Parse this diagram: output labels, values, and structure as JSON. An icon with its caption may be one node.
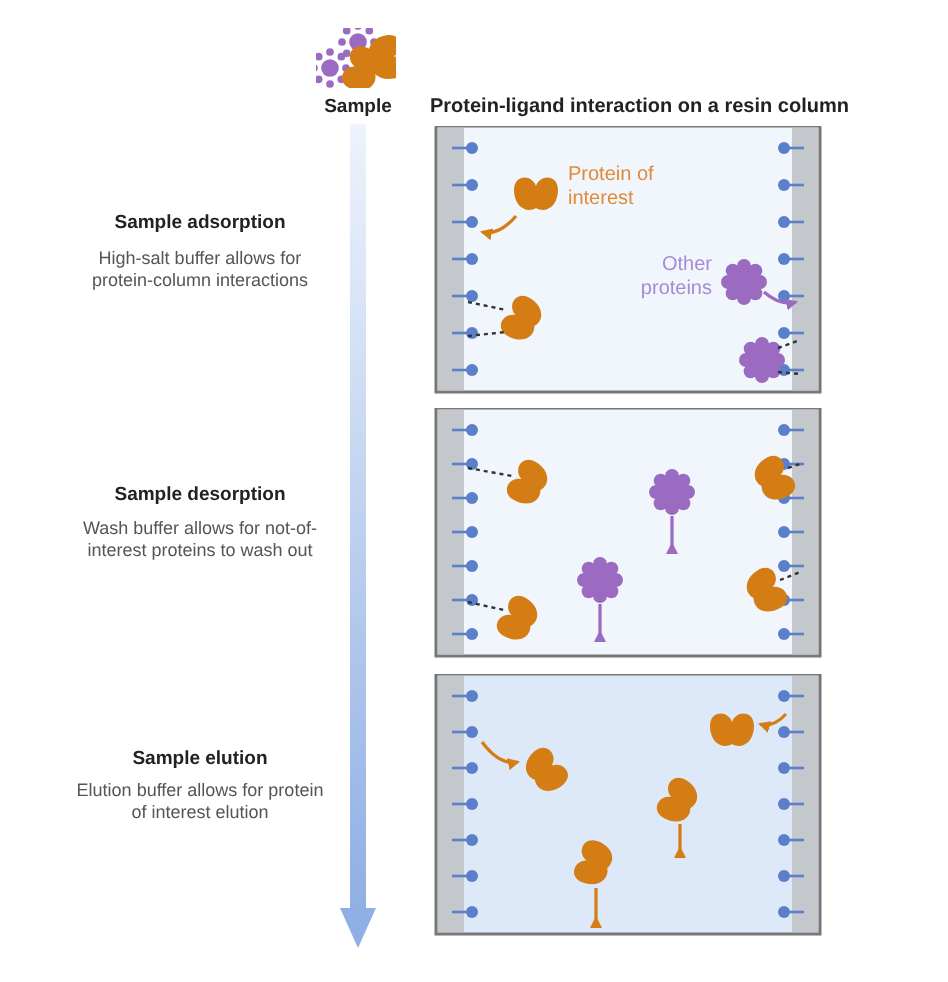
{
  "diagram": {
    "title": "Protein-ligand interaction on a resin column",
    "labels": [
      "Sample",
      "Sample adsorption",
      "High-salt buffer allows for protein-column interactions",
      "Sample desorption",
      "Wash buffer allows for not-of-interest proteins to wash out",
      "Sample elution",
      "Elution buffer allows for protein of interest elution",
      "Protein of interest",
      "Other proteins"
    ]
  }
}
